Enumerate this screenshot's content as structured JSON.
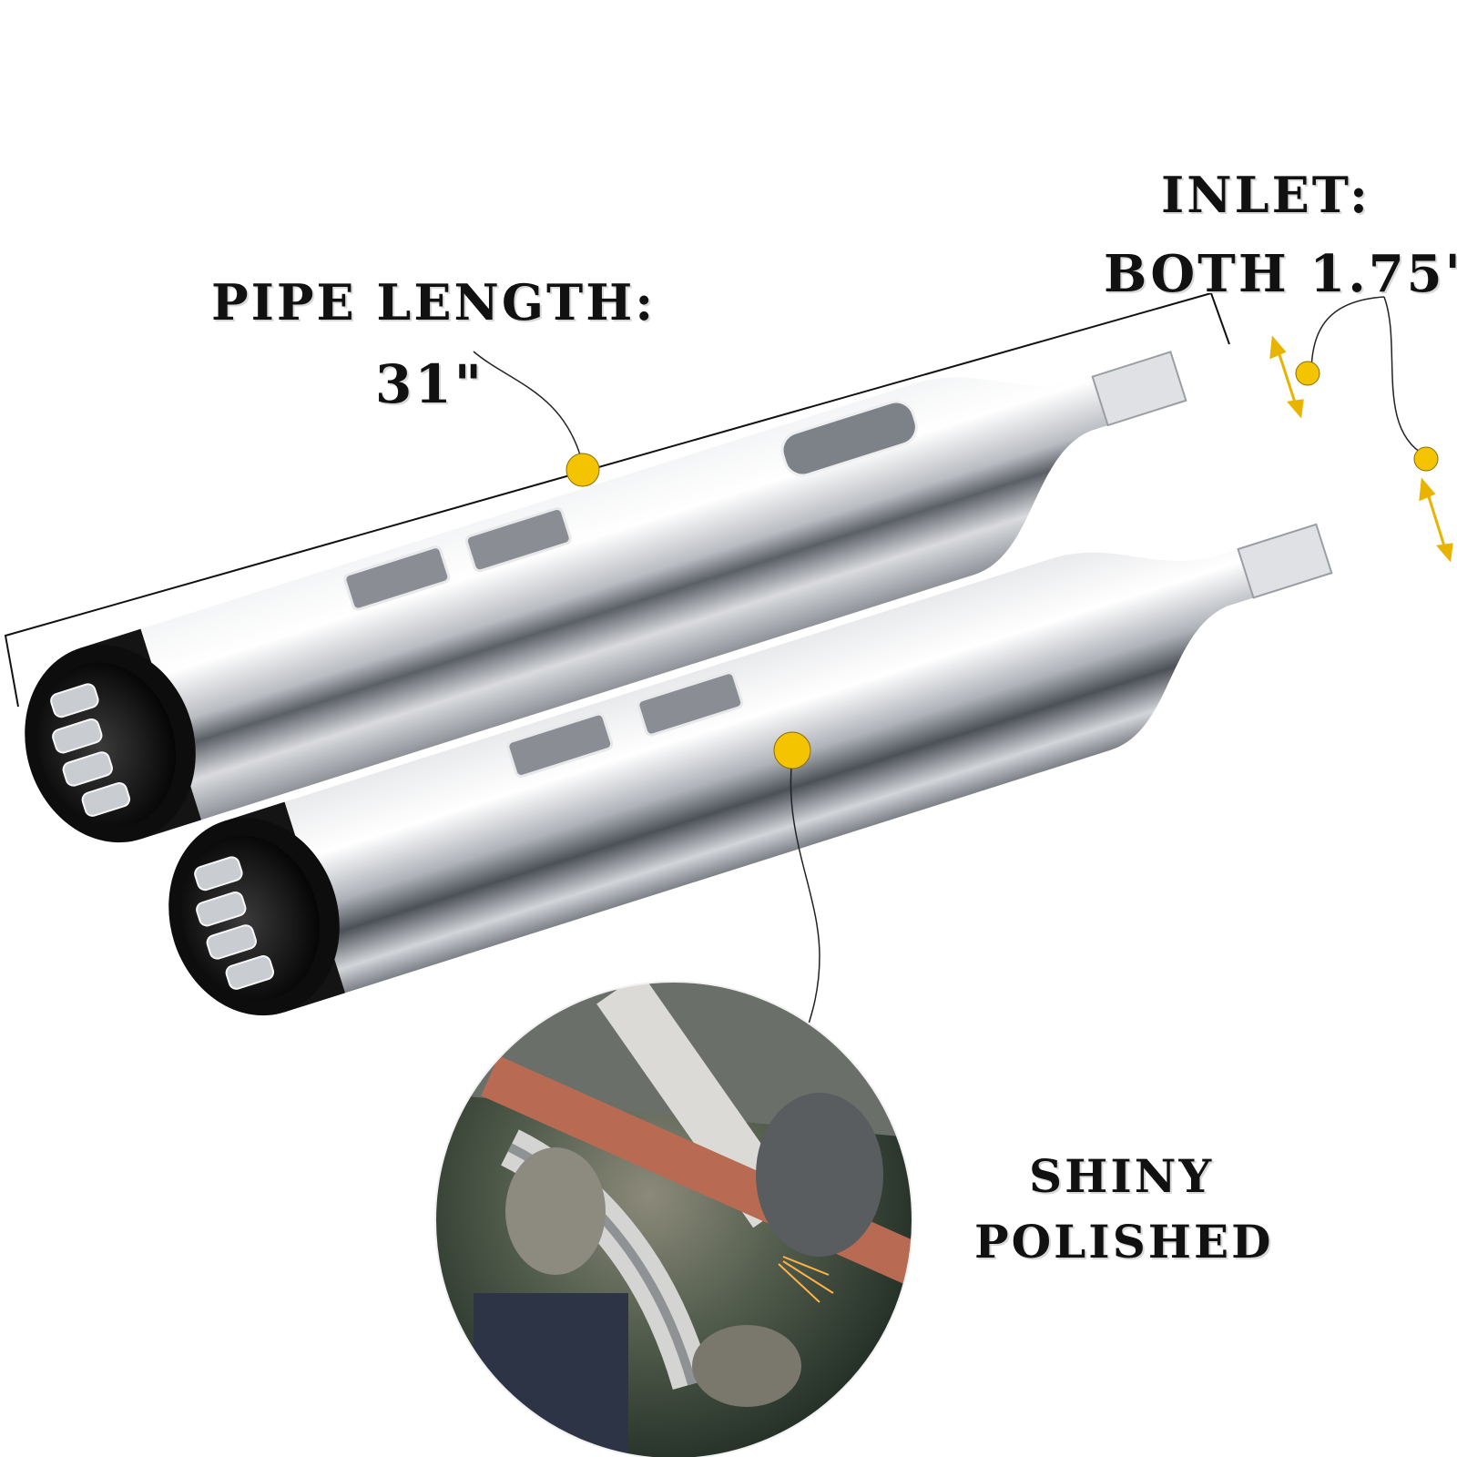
{
  "labels": {
    "pipe_length_title": "PIPE LENGTH:",
    "pipe_length_value": "31\"",
    "inlet_title": "INLET:",
    "inlet_value": "BOTH 1.75\"",
    "finish_line1": "SHINY",
    "finish_line2": "POLISHED"
  },
  "colors": {
    "callout_dot": "#f5c400",
    "arrow": "#e8b400",
    "end_cap": "#111111",
    "chrome": "#c9ccd0"
  }
}
